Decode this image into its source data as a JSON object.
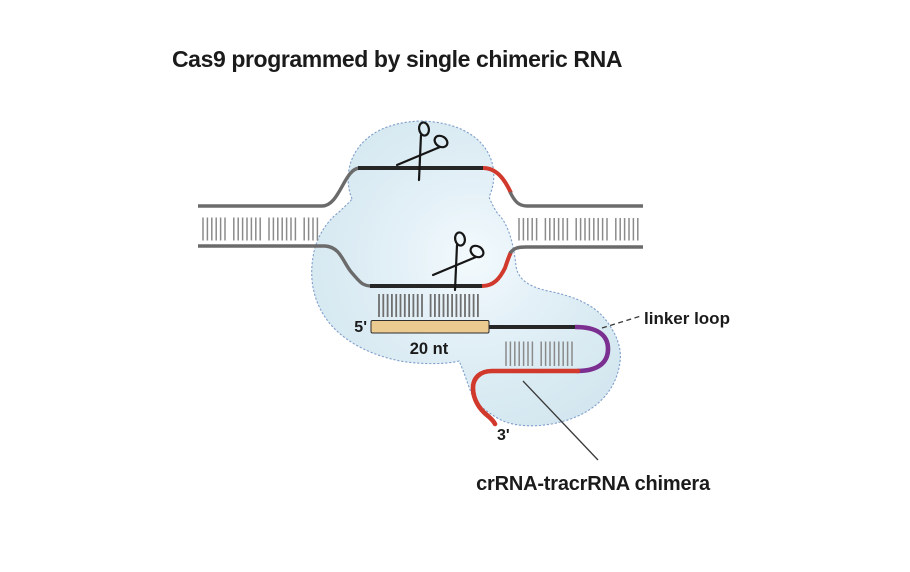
{
  "title": "Cas9 programmed by single chimeric RNA",
  "diagram": {
    "labels": {
      "five_prime": "5'",
      "guide_length": "20 nt",
      "linker_loop": "linker loop",
      "three_prime": "3'",
      "chimera": "crRNA-tracrRNA chimera"
    },
    "icons": {
      "cut_site_top": "scissors-icon",
      "cut_site_bottom": "scissors-icon"
    },
    "colors": {
      "protein_fill": "#d7e9f1",
      "protein_highlight": "#f3fafd",
      "protein_outline": "#7f9fca",
      "dna_strand_gray": "#6b6b6b",
      "hatch_gray": "#8a8a8a",
      "hatch_dark": "#6f6f6f",
      "protospacer_black": "#262626",
      "rna_red": "#d0392b",
      "guide_orange": "#eccb90",
      "guide_orange_border": "#2e2e2e",
      "linker_purple": "#7b2f90",
      "label_color": "#1b1b1b"
    }
  }
}
